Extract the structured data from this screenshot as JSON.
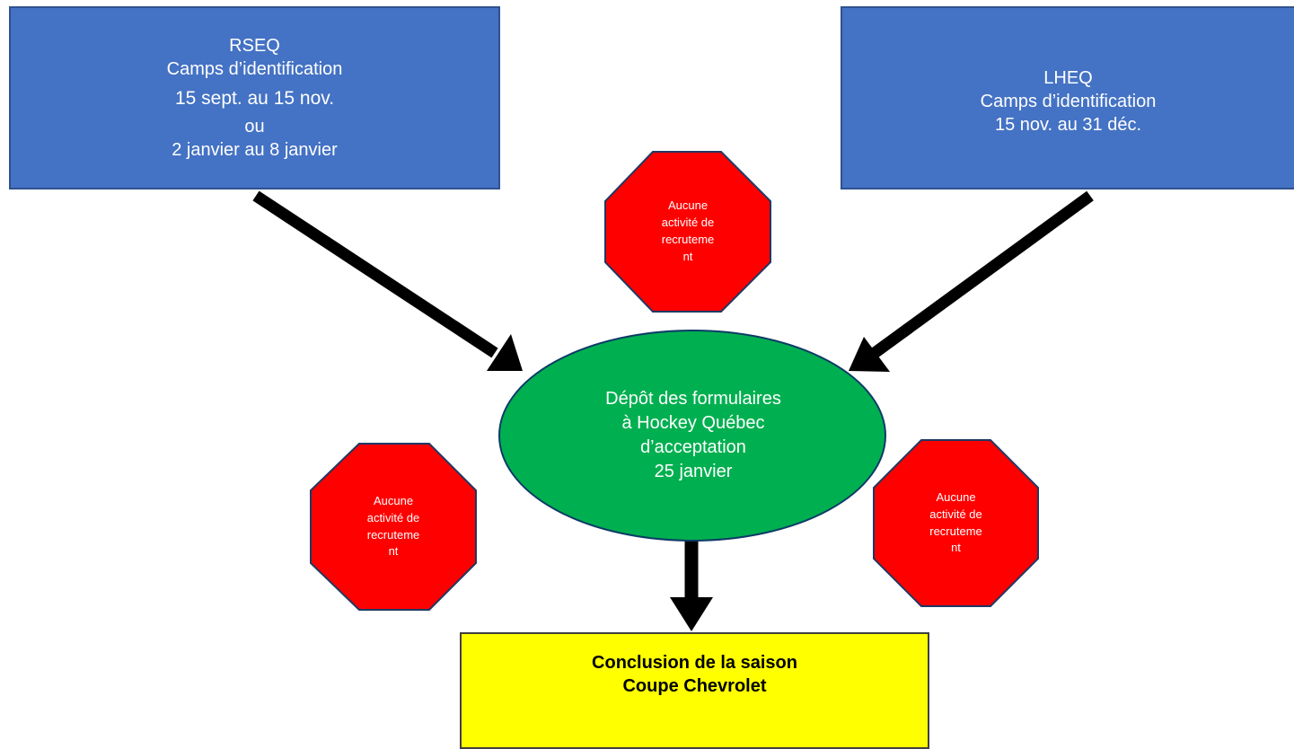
{
  "colors": {
    "blue_box": "#4472c4",
    "oval": "#00b050",
    "stop_sign": "#ff0000",
    "conclusion_box": "#ffff00",
    "arrow": "#000000"
  },
  "rseq": {
    "line1": "RSEQ",
    "line2": "Camps d’identification",
    "line3": "15 sept. au 15 nov.",
    "line4": "ou",
    "line5": "2 janvier au 8 janvier"
  },
  "lheq": {
    "line1": "LHEQ",
    "line2": "Camps d’identification",
    "line3": "15 nov. au 31 déc."
  },
  "oval": {
    "line1": "Dépôt des formulaires",
    "line2": "à Hockey Québec",
    "line3": "d’acceptation",
    "line4": "25 janvier"
  },
  "stop_sign": {
    "line1": "Aucune",
    "line2": "activité de",
    "line3": "recruteme",
    "line4": "nt"
  },
  "conclusion": {
    "line1": "Conclusion de la saison",
    "line2": "Coupe Chevrolet"
  }
}
